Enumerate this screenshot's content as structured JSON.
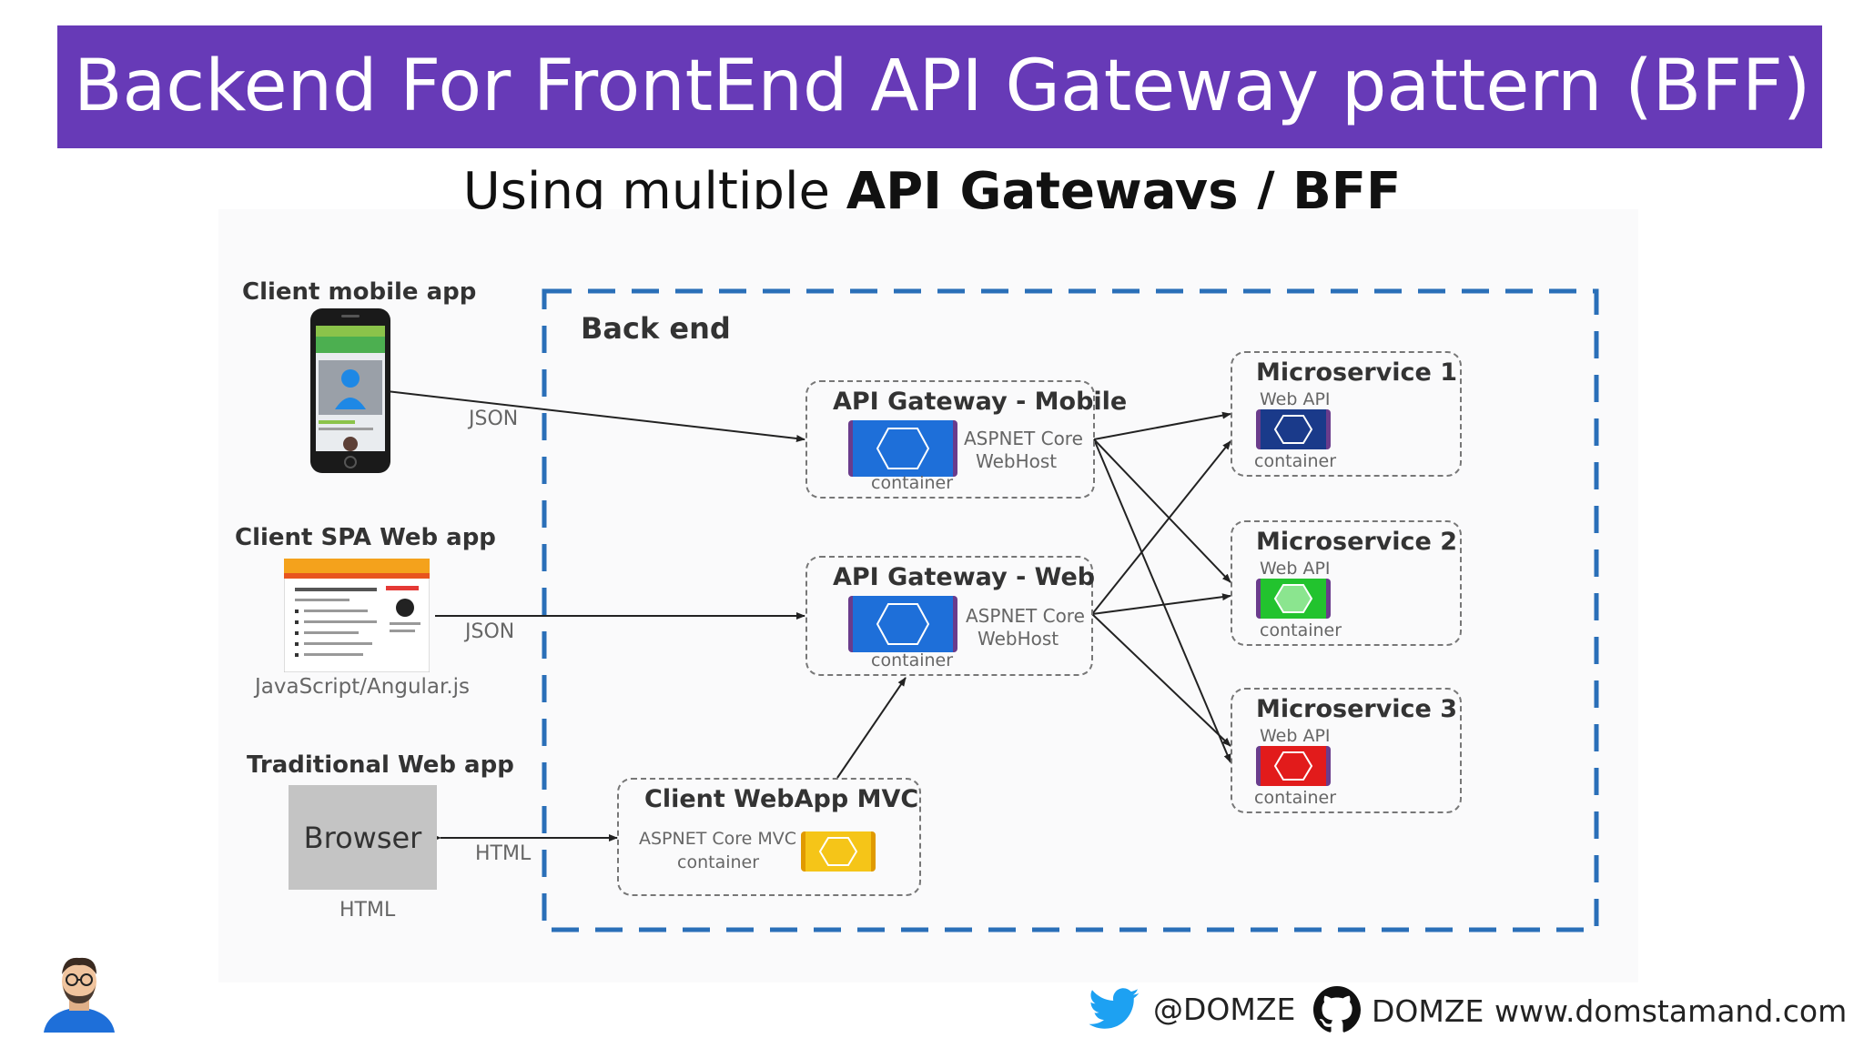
{
  "title": "Backend For FrontEnd API Gateway pattern (BFF)",
  "subtitle": {
    "prefix": "Using multiple ",
    "bold": "API Gateways / BFF"
  },
  "clients": {
    "mobile": {
      "label": "Client mobile app",
      "protocol": "JSON"
    },
    "spa": {
      "label": "Client SPA Web app",
      "tech": "JavaScript/Angular.js",
      "protocol": "JSON"
    },
    "traditional": {
      "label": "Traditional Web app",
      "browser": "Browser",
      "under": "HTML",
      "protocol": "HTML"
    }
  },
  "backend": {
    "label": "Back end",
    "gateway_mobile": {
      "title": "API Gateway - Mobile",
      "host_line1": "ASPNET Core",
      "host_line2": "WebHost",
      "container": "container",
      "color": "#1e6fd9"
    },
    "gateway_web": {
      "title": "API Gateway - Web",
      "host_line1": "ASPNET Core",
      "host_line2": "WebHost",
      "container": "container",
      "color": "#1e6fd9"
    },
    "mvc": {
      "title": "Client WebApp MVC",
      "line1": "ASPNET Core MVC",
      "line2": "container",
      "color": "#f5c518"
    },
    "microservices": [
      {
        "title": "Microservice 1",
        "api": "Web API",
        "container": "container",
        "color": "#1a3a8a"
      },
      {
        "title": "Microservice 2",
        "api": "Web API",
        "container": "container",
        "color": "#22c32e"
      },
      {
        "title": "Microservice 3",
        "api": "Web API",
        "container": "container",
        "color": "#e21b1b"
      }
    ]
  },
  "footer": {
    "twitter": "@DOMZE",
    "github": "DOMZE",
    "website": "www.domstamand.com"
  },
  "icons": [
    "twitter-icon",
    "github-icon",
    "avatar-icon",
    "phone-icon",
    "hexagon-icon"
  ]
}
